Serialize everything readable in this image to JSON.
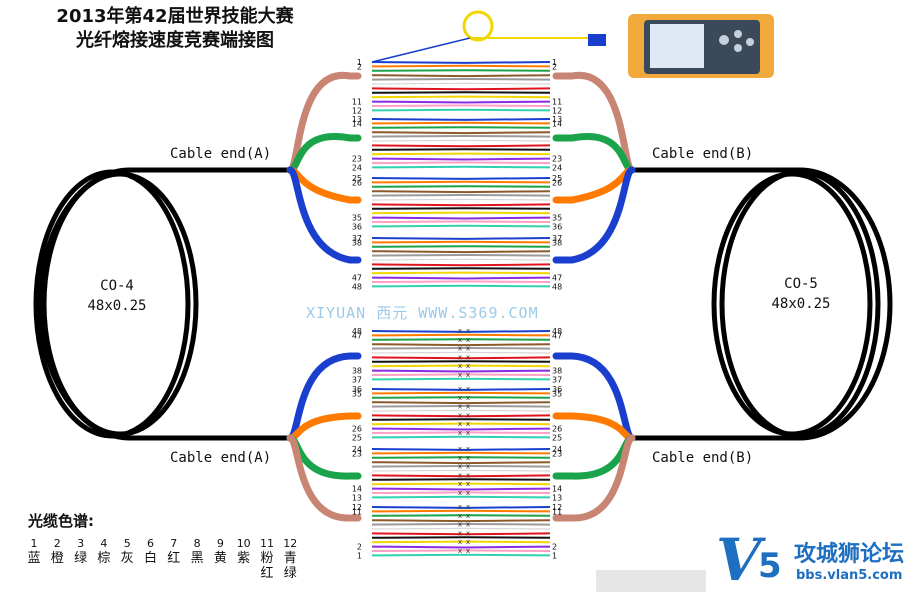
{
  "title": {
    "line1": "2013年第42届世界技能大赛",
    "line2": "光纤熔接速度竞赛端接图"
  },
  "cable_a": {
    "name": "CO-4",
    "spec": "48x0.25",
    "end_label": "Cable end(A)"
  },
  "cable_b": {
    "name": "CO-5",
    "spec": "48x0.25",
    "end_label": "Cable end(B)"
  },
  "watermark": "XIYUAN 西元  WWW.S369.COM",
  "legend": {
    "title": "光缆色谱:",
    "items": [
      {
        "num": "1",
        "name": "蓝",
        "color": "#1a3fcf"
      },
      {
        "num": "2",
        "name": "橙",
        "color": "#ff7a00"
      },
      {
        "num": "3",
        "name": "绿",
        "color": "#1aa34a"
      },
      {
        "num": "4",
        "name": "棕",
        "color": "#8b5a2b"
      },
      {
        "num": "5",
        "name": "灰",
        "color": "#9a9a9a"
      },
      {
        "num": "6",
        "name": "白",
        "color": "#f4f4f4"
      },
      {
        "num": "7",
        "name": "红",
        "color": "#e0141e"
      },
      {
        "num": "8",
        "name": "黑",
        "color": "#111111"
      },
      {
        "num": "9",
        "name": "黄",
        "color": "#f2d600"
      },
      {
        "num": "10",
        "name": "紫",
        "color": "#8a2be2"
      },
      {
        "num": "11",
        "name": "粉红",
        "color": "#ff9fc4"
      },
      {
        "num": "12",
        "name": "青绿",
        "color": "#2fd1b0"
      }
    ]
  },
  "tube_colors": {
    "brown": "#c98573",
    "green": "#1aa34a",
    "orange": "#ff7a00",
    "blue": "#1a3fcf"
  },
  "upper_groups": [
    {
      "top": "1",
      "sep": "2",
      "a": "11",
      "b": "12"
    },
    {
      "top": "13",
      "sep": "14",
      "a": "23",
      "b": "24"
    },
    {
      "top": "25",
      "sep": "26",
      "a": "35",
      "b": "36"
    },
    {
      "top": "37",
      "sep": "38",
      "a": "47",
      "b": "48"
    }
  ],
  "lower_groups": [
    {
      "top": "48",
      "sep": "47",
      "a": "38",
      "b": "37"
    },
    {
      "top": "36",
      "sep": "35",
      "a": "26",
      "b": "25"
    },
    {
      "top": "24",
      "sep": "23",
      "a": "14",
      "b": "13"
    },
    {
      "top": "12",
      "sep": "11",
      "a": "2",
      "b": "1"
    }
  ],
  "splice_mark": "x",
  "brand": {
    "logo": "V",
    "num": "5",
    "name": "攻城狮论坛",
    "url": "bbs.vlan5.com"
  },
  "tester_colors": {
    "body": "#f2a93b",
    "screen": "#dfe9f5"
  }
}
